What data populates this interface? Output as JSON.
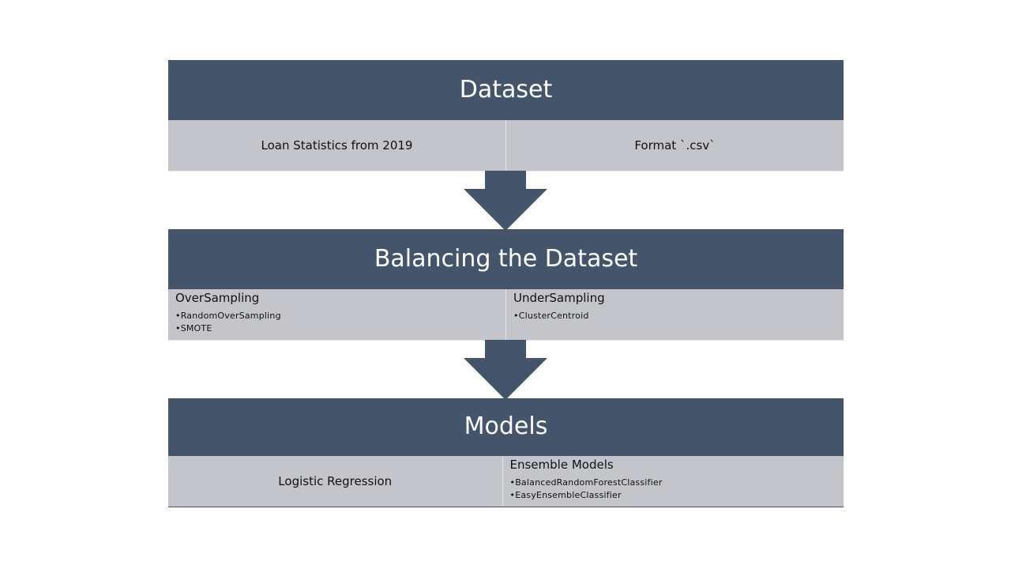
{
  "colors": {
    "header_bg": "#44546a",
    "cell_bg": "#c3c5ca",
    "arrow": "#44546a"
  },
  "blocks": {
    "dataset": {
      "title": "Dataset",
      "left": {
        "text": "Loan Statistics from 2019"
      },
      "right": {
        "text": "Format `.csv`"
      }
    },
    "balancing": {
      "title": "Balancing the Dataset",
      "left": {
        "title": "OverSampling",
        "items": [
          "•RandomOverSampling",
          "•SMOTE"
        ]
      },
      "right": {
        "title": "UnderSampling",
        "items": [
          "•ClusterCentroid"
        ]
      }
    },
    "models": {
      "title": "Models",
      "left": {
        "text": "Logistic Regression"
      },
      "right": {
        "title": "Ensemble Models",
        "items": [
          "•BalancedRandomForestClassifier",
          "•EasyEnsembleClassifier"
        ]
      }
    }
  }
}
